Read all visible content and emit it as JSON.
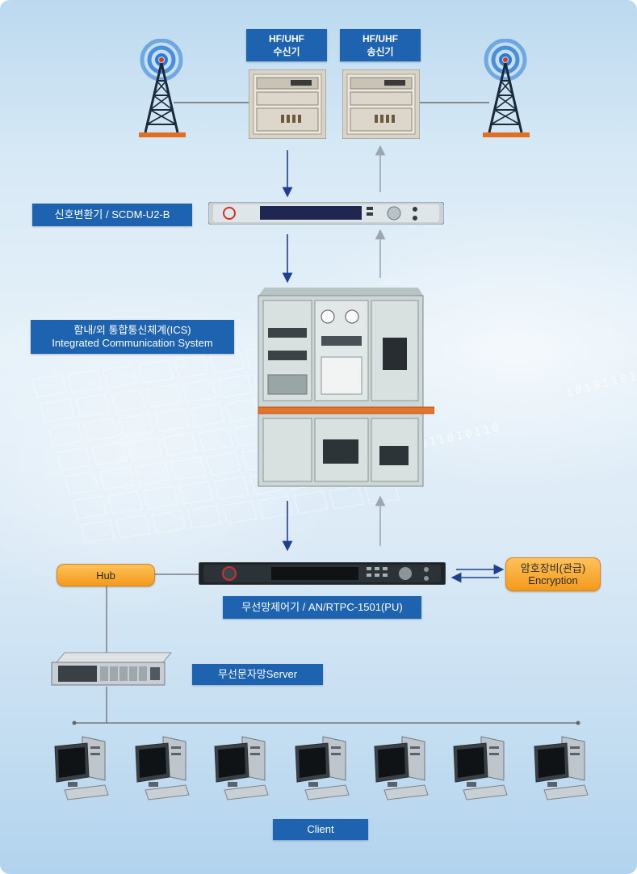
{
  "labels": {
    "rx": [
      "HF/UHF",
      "수신기"
    ],
    "tx": [
      "HF/UHF",
      "송신기"
    ],
    "converter": "신호변환기 / SCDM-U2-B",
    "ics": [
      "함내/외 통합통신체계(ICS)",
      "Integrated Communication System"
    ],
    "controller": "무선망제어기 / AN/RTPC-1501(PU)",
    "hub": "Hub",
    "encryption": [
      "암호장비(관급)",
      "Encryption"
    ],
    "server": "무선문자망Server",
    "client": "Client"
  },
  "background_text": {
    "binary_a": "1011011011010110",
    "binary_b": "10101101"
  },
  "colors": {
    "label_blue": "#1e63b0",
    "pill_orange": "#f5a623",
    "arrow_dark": "#1f3f8f",
    "arrow_light": "#9aa7b3",
    "antenna_ring": "#2a7bd4",
    "tower": "#1a2a3a"
  },
  "icons": [
    "antenna-tower-icon",
    "receiver-rack-icon",
    "transmitter-rack-icon",
    "converter-unit-icon",
    "ics-cabinet-icon",
    "controller-unit-icon",
    "server-icon",
    "client-pc-icon"
  ]
}
